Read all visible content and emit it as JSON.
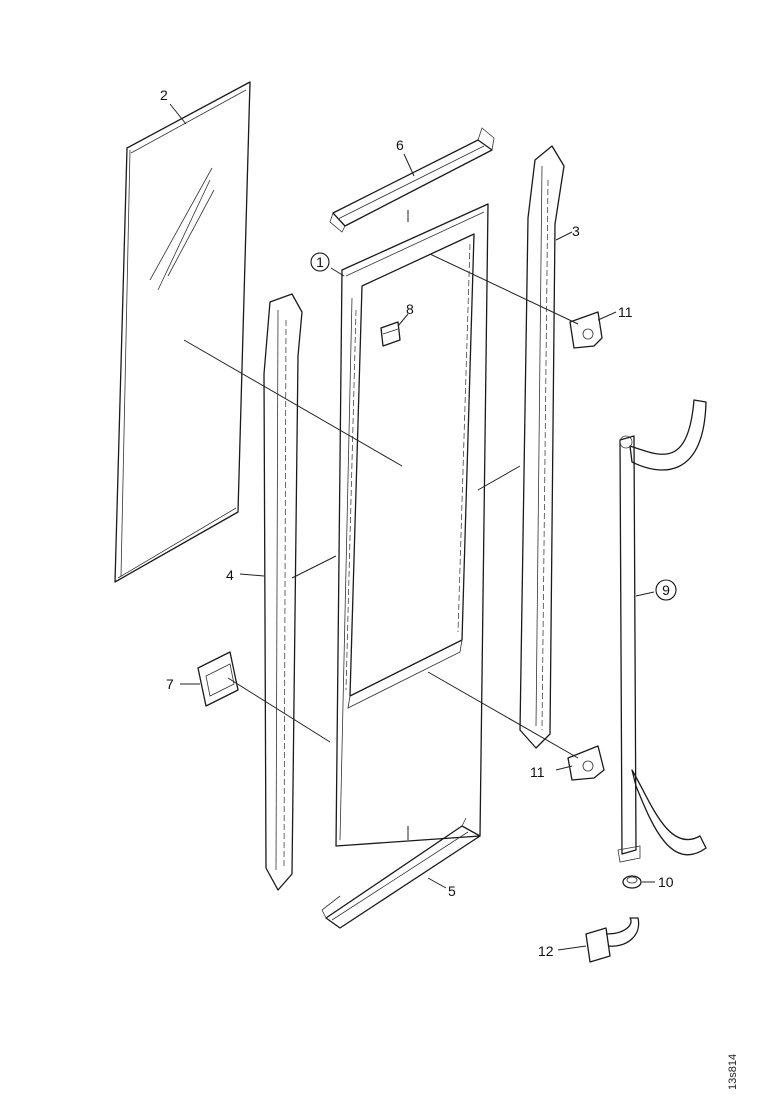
{
  "labels": {
    "p1": "1",
    "p2": "2",
    "p3": "3",
    "p4": "4",
    "p5": "5",
    "p6": "6",
    "p7": "7",
    "p8": "8",
    "p9": "9",
    "p10": "10",
    "p11a": "11",
    "p11b": "11",
    "p12": "12"
  },
  "doc_code": "13s814"
}
